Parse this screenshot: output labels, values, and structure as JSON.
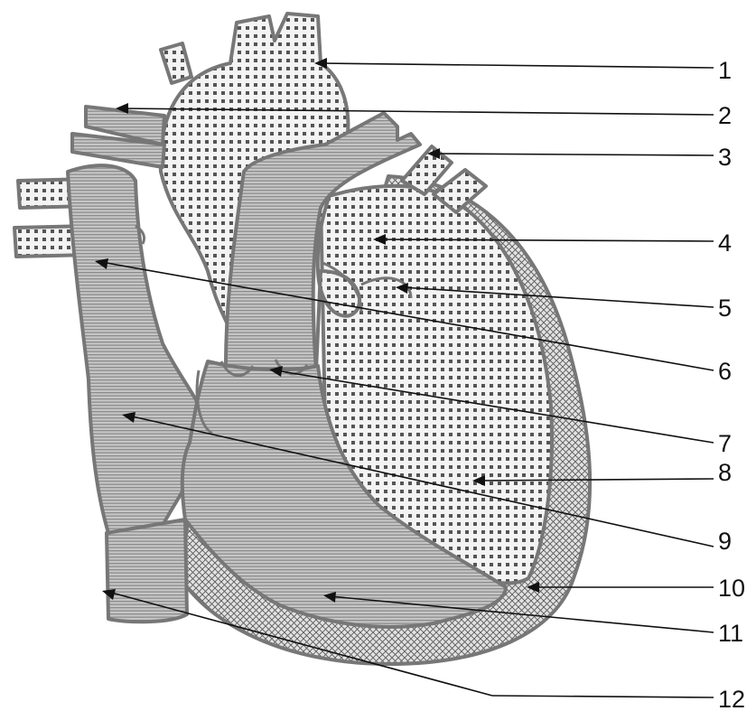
{
  "labels": [
    "1",
    "2",
    "3",
    "4",
    "5",
    "6",
    "7",
    "8",
    "9",
    "10",
    "11",
    "12"
  ],
  "colors": {
    "oxygenated_fill": "#f1f1f1",
    "deoxygenated_fill": "#b9b9b9",
    "muscle_fill": "#d6d6d6",
    "outline": "#777777",
    "leader": "#111111"
  }
}
